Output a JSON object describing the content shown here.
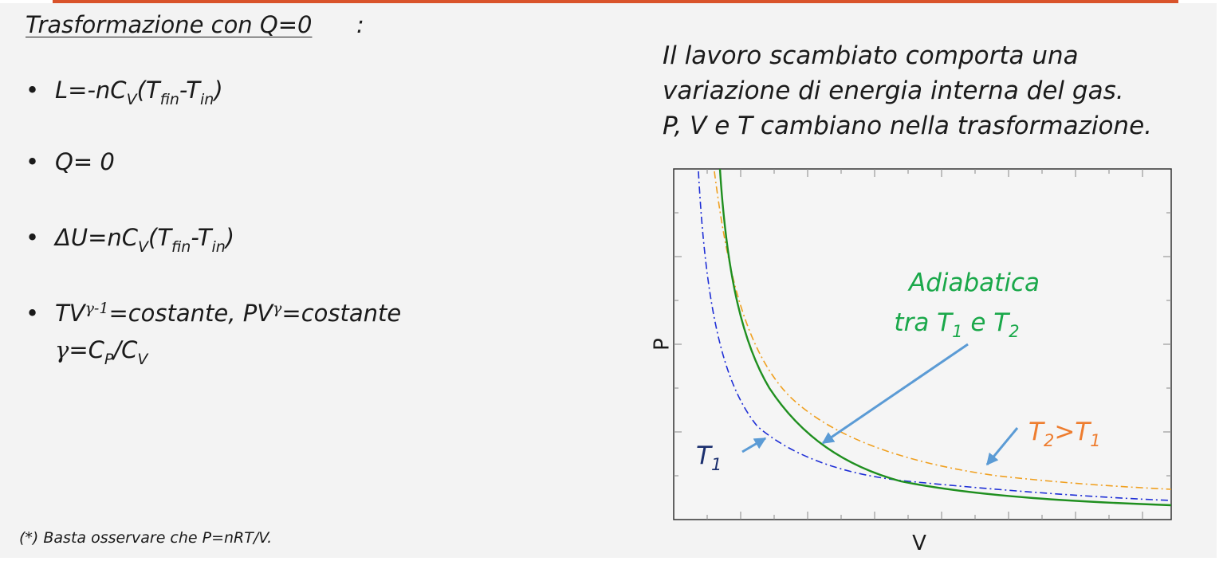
{
  "heading": "Trasformazione con Q=0",
  "heading_colon": ":",
  "bullets": [
    {
      "text": "L=-nC",
      "sub1": "V",
      "mid1": "(T",
      "sub2": "fin",
      "mid2": "-T",
      "sub3": "in",
      "end": ")"
    },
    {
      "text": "Q= 0"
    },
    {
      "text": "ΔU=nC",
      "sub1": "V",
      "mid1": "(T",
      "sub2": "fin",
      "mid2": "-T",
      "sub3": "in",
      "end": ")"
    },
    {
      "line1_a": "TV",
      "line1_sup1": "γ-1",
      "line1_b": "=costante, PV",
      "line1_sup2": "γ",
      "line1_c": "=costante",
      "line2_a": "γ",
      "line2_b": "=C",
      "line2_sub1": "P",
      "line2_c": "/C",
      "line2_sub2": "V"
    }
  ],
  "footnote": "(*) Basta osservare che P=nRT/V.",
  "explanation": [
    "Il lavoro scambiato comporta una",
    "variazione di energia interna del gas.",
    "P, V e T cambiano nella trasformazione."
  ],
  "diagram": {
    "y_label": "P",
    "x_label": "V",
    "adiabatic_label_line1": "Adiabatica",
    "adiabatic_label_line2_a": "tra T",
    "adiabatic_label_line2_sub1": "1",
    "adiabatic_label_line2_b": " e T",
    "adiabatic_label_line2_sub2": "2",
    "t2_label_a": "T",
    "t2_label_sub1": "2",
    "t2_label_b": ">T",
    "t2_label_sub2": "1",
    "t1_label_a": "T",
    "t1_label_sub": "1",
    "colors": {
      "adiabatic": "#1f8f1f",
      "isotherm_t1": "#1f2fd6",
      "isotherm_t2": "#f0a020",
      "arrow": "#5b9bd5",
      "adiabatic_text": "#1aa84a",
      "t2_text": "#ee7d2f",
      "t1_text": "#1b2f6e"
    }
  }
}
